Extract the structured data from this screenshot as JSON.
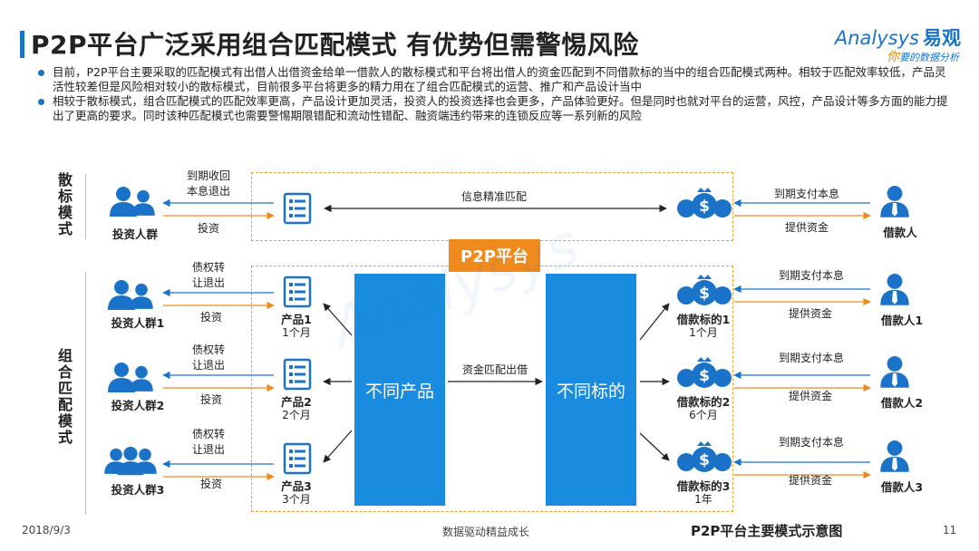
{
  "header": {
    "title": "P2P平台广泛采用组合匹配模式  有优势但需警惕风险",
    "logo_en": "Analysys",
    "logo_cn": "易观",
    "logo_slogan_ni": "你",
    "logo_slogan_rest": "要的数据分析"
  },
  "bullets": [
    "目前，P2P平台主要采取的匹配模式有出借人出借资金给单一借款人的散标模式和平台将出借人的资金匹配到不同借款标的当中的组合匹配模式两种。相较于匹配效率较低，产品灵活性较差但是风险相对较小的散标模式，目前很多平台将更多的精力用在了组合匹配模式的运营、推广和产品设计当中",
    "相较于散标模式，组合匹配模式的匹配效率更高，产品设计更加灵活，投资人的投资选择也会更多，产品体验更好。但是同时也就对平台的运营，风控，产品设计等多方面的能力提出了更高的要求。同时该种匹配模式也需要警惕期限错配和流动性错配、融资端违约带来的连锁反应等一系列新的风险"
  ],
  "diagram": {
    "scatter": {
      "side_label": "散标模式",
      "investors": "投资人群",
      "return_text_1": "到期收回",
      "return_text_2": "本息退出",
      "invest": "投资",
      "match": "信息精准匹配",
      "repay": "到期支付本息",
      "provide": "提供资金",
      "borrower": "借款人"
    },
    "platform_label": "P2P平台",
    "combo": {
      "side_label": "组合匹配模式",
      "left_block": "不同产品",
      "right_block": "不同标的",
      "middle": "资金匹配出借",
      "rows": [
        {
          "investors": "投资人群1",
          "exit_1": "债权转",
          "exit_2": "让退出",
          "invest": "投资",
          "product": "产品1",
          "product_term": "1个月",
          "target": "借款标的1",
          "target_term": "1个月",
          "repay": "到期支付本息",
          "provide": "提供资金",
          "borrower": "借款人1"
        },
        {
          "investors": "投资人群2",
          "exit_1": "债权转",
          "exit_2": "让退出",
          "invest": "投资",
          "product": "产品2",
          "product_term": "2个月",
          "target": "借款标的2",
          "target_term": "6个月",
          "repay": "到期支付本息",
          "provide": "提供资金",
          "borrower": "借款人2"
        },
        {
          "investors": "投资人群3",
          "exit_1": "债权转",
          "exit_2": "让退出",
          "invest": "投资",
          "product": "产品3",
          "product_term": "3个月",
          "target": "借款标的3",
          "target_term": "1年",
          "repay": "到期支付本息",
          "provide": "提供资金",
          "borrower": "借款人3"
        }
      ]
    },
    "colors": {
      "blue": "#1a8ce0",
      "orange": "#f08a1c",
      "dark_blue": "#1a73c9"
    },
    "icons": [
      "investor-group-icon",
      "product-list-icon",
      "money-bag-icon",
      "borrower-icon"
    ]
  },
  "footer": {
    "date": "2018/9/3",
    "slogan": "数据驱动精益成长",
    "caption": "P2P平台主要模式示意图",
    "page": "11"
  }
}
